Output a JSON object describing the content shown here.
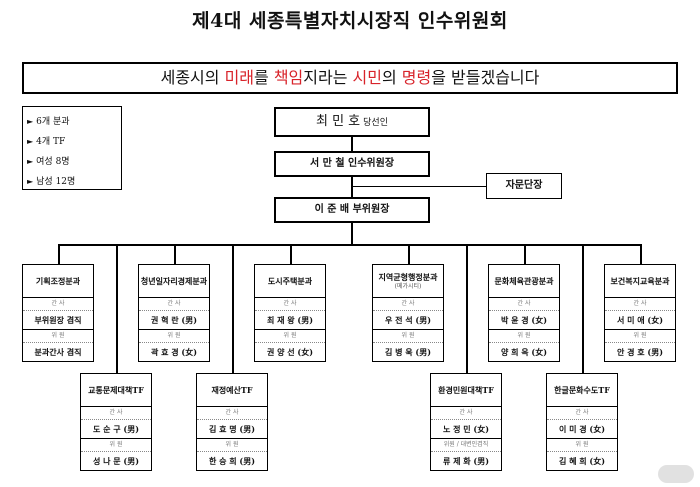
{
  "title": "제4대 세종특별자치시장직 인수위원회",
  "banner": {
    "p1": "세종시의 ",
    "red1": "미래",
    "p2": "를 ",
    "red2": "책임",
    "p3": "지라는 ",
    "red3": "시민",
    "p4": "의 ",
    "red4": "명령",
    "p5": "을 받들겠습니다"
  },
  "stats": [
    {
      "text": "6개 분과"
    },
    {
      "text": "4개 TF"
    },
    {
      "text": "여성 8명"
    },
    {
      "text": "남성 12명"
    }
  ],
  "chair": {
    "name": "최 민 호",
    "title": "당선인"
  },
  "lead": "서 만 철 인수위원장",
  "vice": "이 준 배 부위원장",
  "advisor": "자문단장",
  "divisions": [
    {
      "title": "기획조정분과",
      "note": "",
      "rows": [
        {
          "role": "간 사",
          "name": "부위원장 겸직"
        },
        {
          "role": "위 원",
          "name": "분과간사 겸직"
        }
      ]
    },
    {
      "title": "청년일자리경제분과",
      "note": "",
      "rows": [
        {
          "role": "간 사",
          "name": "권 혁 란 (男)"
        },
        {
          "role": "위 원",
          "name": "곽 효 경 (女)"
        }
      ]
    },
    {
      "title": "도시주택분과",
      "note": "",
      "rows": [
        {
          "role": "간 사",
          "name": "최 재 왕 (男)"
        },
        {
          "role": "위 원",
          "name": "권 양 선 (女)"
        }
      ]
    },
    {
      "title": "지역균형행정분과",
      "note": "(메가시티)",
      "rows": [
        {
          "role": "간 사",
          "name": "우 전 석 (男)"
        },
        {
          "role": "위 원",
          "name": "김 병 욱 (男)"
        }
      ]
    },
    {
      "title": "문화체육관광분과",
      "note": "",
      "rows": [
        {
          "role": "간 사",
          "name": "박 윤 경 (女)"
        },
        {
          "role": "위 원",
          "name": "양 희 옥 (女)"
        }
      ]
    },
    {
      "title": "보건복지교육분과",
      "note": "",
      "rows": [
        {
          "role": "간 사",
          "name": "서 미 애 (女)"
        },
        {
          "role": "위 원",
          "name": "안 경 호 (男)"
        }
      ]
    }
  ],
  "tfs": [
    {
      "title": "교통문제대책TF",
      "rows": [
        {
          "role": "간 사",
          "name": "도 순 구 (男)"
        },
        {
          "role": "위 원",
          "name": "성 나 문 (男)"
        }
      ]
    },
    {
      "title": "재정예산TF",
      "rows": [
        {
          "role": "간 사",
          "name": "김 효 명 (男)"
        },
        {
          "role": "위 원",
          "name": "한 승 희 (男)"
        }
      ]
    },
    {
      "title": "환경민원대책TF",
      "rows": [
        {
          "role": "간 사",
          "name": "노 정 민 (女)"
        },
        {
          "role": "위원 / 대변인겸직",
          "name": "류 제 화 (男)"
        }
      ]
    },
    {
      "title": "한글문화수도TF",
      "rows": [
        {
          "role": "간 사",
          "name": "이 미 경 (女)"
        },
        {
          "role": "위 원",
          "name": "김 혜 희 (女)"
        }
      ]
    }
  ]
}
